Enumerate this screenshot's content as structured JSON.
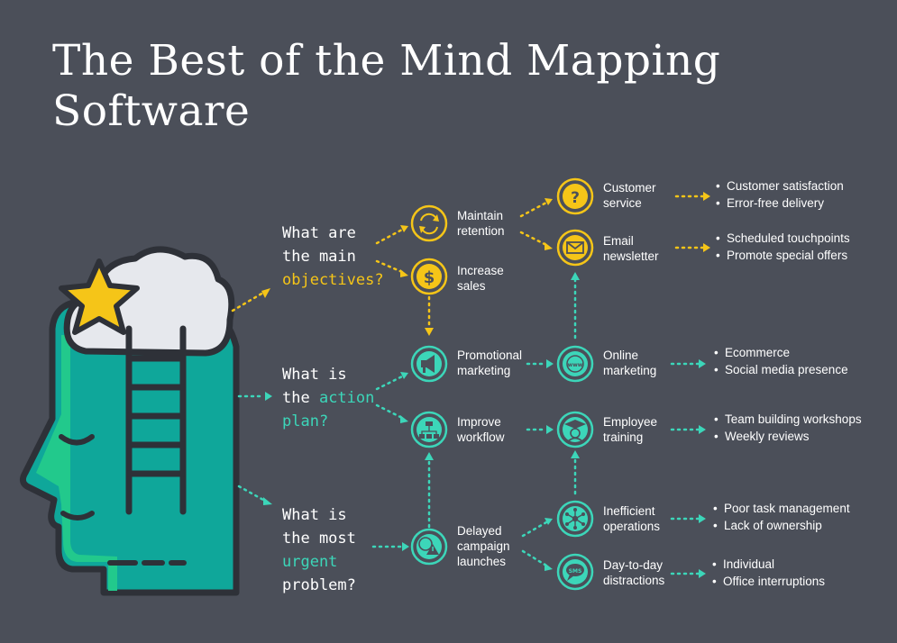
{
  "title": {
    "line1": "The Best of the Mind Mapping",
    "line2": "Software"
  },
  "questions": {
    "objectives": {
      "line1": "What are",
      "line2": "the main",
      "highlight": "objectives?"
    },
    "action": {
      "line1": "What is",
      "line2_prefix": "the ",
      "highlight1": "action",
      "highlight2": "plan?"
    },
    "problem": {
      "line1": "What is",
      "line2": "the most",
      "highlight": "urgent",
      "line4": "problem?"
    }
  },
  "nodes": {
    "maintain": {
      "line1": "Maintain",
      "line2": "retention"
    },
    "increase": {
      "line1": "Increase",
      "line2": "sales"
    },
    "customer": {
      "line1": "Customer",
      "line2": "service"
    },
    "email": {
      "line1": "Email",
      "line2": "newsletter"
    },
    "promotional": {
      "line1": "Promotional",
      "line2": "marketing"
    },
    "online": {
      "line1": "Online",
      "line2": "marketing"
    },
    "improve": {
      "line1": "Improve",
      "line2": "workflow"
    },
    "employee": {
      "line1": "Employee",
      "line2": "training"
    },
    "delayed": {
      "line1": "Delayed",
      "line2": "campaign",
      "line3": "launches"
    },
    "inefficient": {
      "line1": "Inefficient",
      "line2": "operations"
    },
    "distractions": {
      "line1": "Day-to-day",
      "line2": "distractions"
    }
  },
  "outcomes": {
    "customer": [
      "Customer satisfaction",
      "Error-free delivery"
    ],
    "email": [
      "Scheduled touchpoints",
      "Promote special offers"
    ],
    "online": [
      "Ecommerce",
      "Social media presence"
    ],
    "employee": [
      "Team building workshops",
      "Weekly reviews"
    ],
    "inefficient": [
      "Poor task management",
      "Lack of ownership"
    ],
    "distractions": [
      "Individual",
      "Office interruptions"
    ]
  },
  "icons": {
    "maintain": "refresh-icon",
    "increase": "dollar-icon",
    "customer": "question-icon",
    "email": "envelope-icon",
    "promotional": "megaphone-icon",
    "online": "www-globe-icon",
    "improve": "flowchart-icon",
    "employee": "graduate-icon",
    "delayed": "clock-warning-icon",
    "inefficient": "network-icon",
    "distractions": "sms-bubble-icon"
  },
  "colors": {
    "background": "#4b4f59",
    "yellow": "#f5c518",
    "teal": "#3cd6b9",
    "head": "#0fa79a",
    "headLight": "#22c98c",
    "outline": "#2e3138",
    "cloud": "#e6e8ed"
  }
}
